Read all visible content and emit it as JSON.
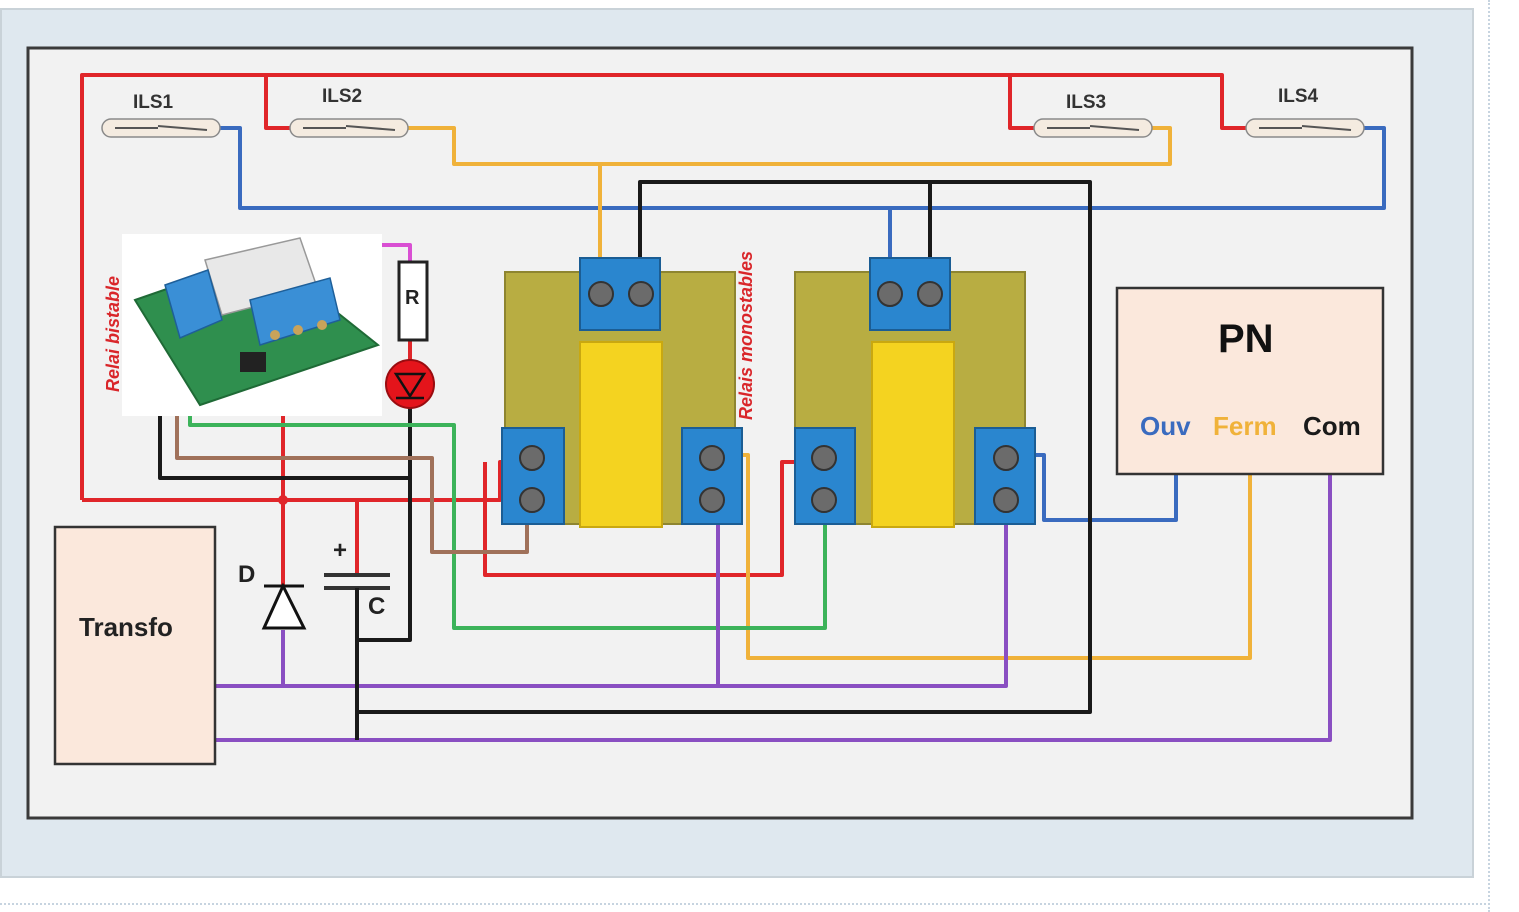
{
  "switches": [
    {
      "label": "ILS1"
    },
    {
      "label": "ILS2"
    },
    {
      "label": "ILS3"
    },
    {
      "label": "ILS4"
    }
  ],
  "bistable_label": "Relai bistable",
  "monostable_label": "Relais monostables",
  "resistor_label": "R",
  "diode_label": "D",
  "capacitor_label": "C",
  "capacitor_polarity": "+",
  "transformer_label": "Transfo",
  "pn": {
    "title": "PN",
    "ouv": "Ouv",
    "ferm": "Ferm",
    "com": "Com"
  },
  "colors": {
    "red": "#e0262a",
    "blue": "#3a6bbf",
    "orange": "#f0b23a",
    "black": "#1a1a1a",
    "green": "#3cb35a",
    "purple": "#8a4fc2",
    "brown": "#a0715a",
    "pink": "#d94fd3",
    "label_red": "#d9262a",
    "ouv": "#3a6bbf",
    "ferm": "#f0b23a",
    "com": "#1a1a1a"
  }
}
